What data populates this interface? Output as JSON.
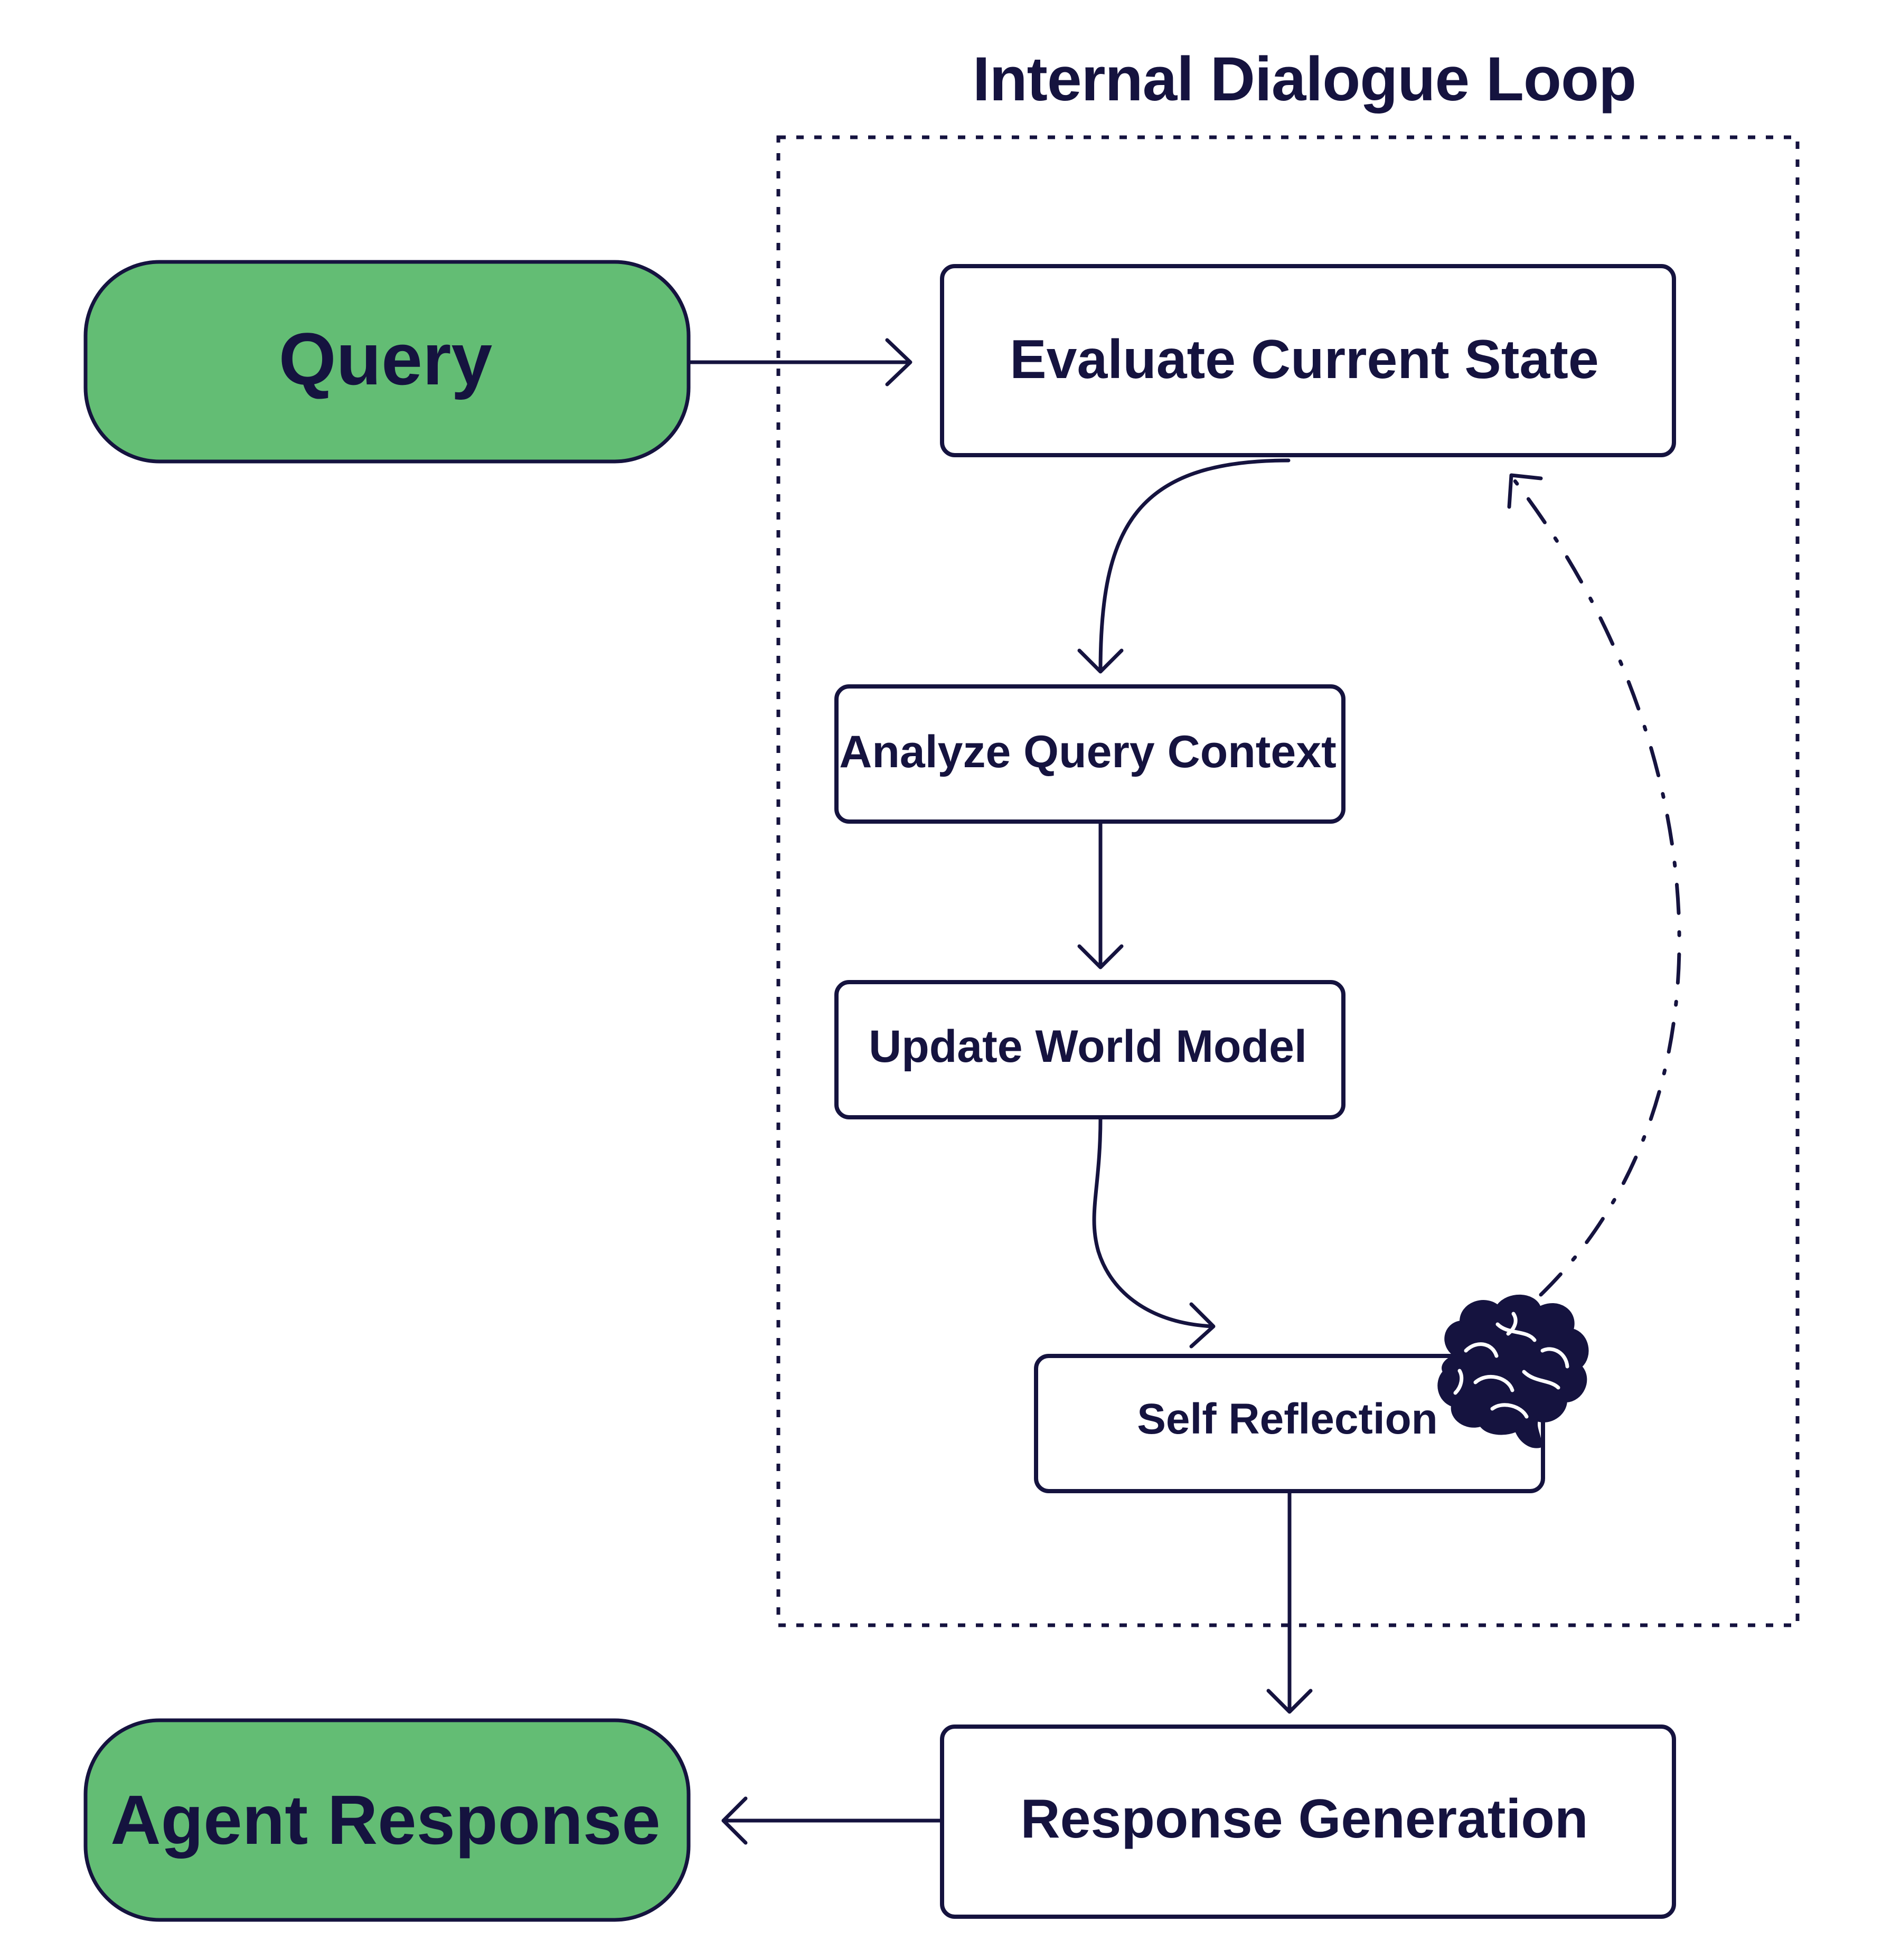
{
  "diagram": {
    "loop_title": "Internal Dialogue Loop",
    "nodes": {
      "query": "Query",
      "evaluate": "Evaluate Current State",
      "analyze": "Analyze Query Context",
      "update": "Update World Model",
      "self_reflection": "Self Reflection",
      "response_generation": "Response Generation",
      "agent_response": "Agent Response"
    },
    "icons": {
      "brain": "brain-icon"
    }
  },
  "colors": {
    "ink": "#15133f",
    "terminal_fill": "#63bd74",
    "box_fill": "#ffffff",
    "background": "#ffffff"
  }
}
